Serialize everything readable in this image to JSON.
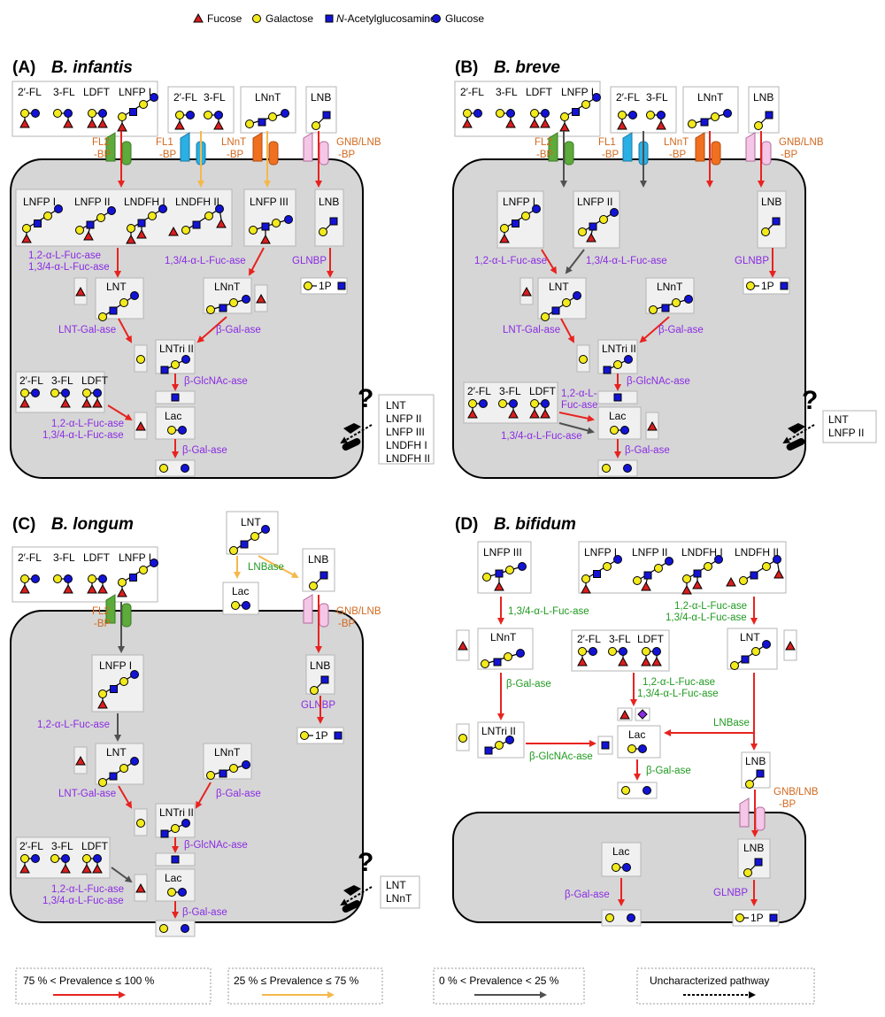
{
  "legend_top": {
    "fucose": "Fucose",
    "galactose": "Galactose",
    "glcnac_prefix": "N",
    "glcnac_suffix": "-Acetylglucosamine",
    "glucose": "Glucose"
  },
  "legend_bottom": {
    "red": "75 % < Prevalence ≤ 100 %",
    "yellow": "25 % ≤ Prevalence ≤ 75 %",
    "gray": "0 % < Prevalence < 25 %",
    "dotted": "Uncharacterized pathway"
  },
  "colors": {
    "red_arrow": "#e8231f",
    "yellow_arrow": "#f5b84c",
    "gray_arrow": "#505050",
    "enzyme_purple": "#8a2be2",
    "enzyme_green": "#1f9a1f",
    "transporter_orange": "#d2691e",
    "cell_fill": "#d6d6d6"
  },
  "panels": {
    "A": {
      "tag": "(A)",
      "species": "B. infantis",
      "ext": [
        "2′-FL",
        "3-FL",
        "LDFT",
        "LNFP I",
        "2′-FL",
        "3-FL",
        "LNnT",
        "LNB"
      ],
      "bp": [
        "FL2",
        "-BP",
        "FL1",
        "-BP",
        "LNnT",
        "-BP",
        "GNB/LNB",
        "-BP"
      ],
      "int": [
        "LNFP I",
        "LNFP II",
        "LNDFH I",
        "LNDFH II",
        "LNFP III",
        "LNB",
        "LNT",
        "LNnT",
        "LNTri II",
        "Lac",
        "2′-FL",
        "3-FL",
        "LDFT"
      ],
      "enz": [
        "1,2-α-L-Fuc-ase",
        "1,3/4-α-L-Fuc-ase",
        "1,3/4-α-L-Fuc-ase",
        "GLNBP",
        "LNT-Gal-ase",
        "β-Gal-ase",
        "β-GlcNAc-ase",
        "1,2-α-L-Fuc-ase",
        "1,3/4-α-L-Fuc-ase",
        "β-Gal-ase"
      ],
      "onep": "1P",
      "unknown": [
        "LNT",
        "LNFP II",
        "LNFP III",
        "LNDFH I",
        "LNDFH II"
      ]
    },
    "B": {
      "tag": "(B)",
      "species": "B. breve",
      "ext": [
        "2′-FL",
        "3-FL",
        "LDFT",
        "LNFP I",
        "2′-FL",
        "3-FL",
        "LNnT",
        "LNB"
      ],
      "bp": [
        "FL2",
        "-BP",
        "FL1",
        "-BP",
        "LNnT",
        "-BP",
        "GNB/LNB",
        "-BP"
      ],
      "int": [
        "LNFP I",
        "LNFP II",
        "LNB",
        "LNT",
        "LNnT",
        "LNTri II",
        "2′-FL",
        "3-FL",
        "LDFT",
        "Lac"
      ],
      "enz": [
        "1,2-α-L-Fuc-ase",
        "1,3/4-α-L-Fuc-ase",
        "GLNBP",
        "LNT-Gal-ase",
        "β-Gal-ase",
        "β-GlcNAc-ase",
        "1,2-α-L-",
        "Fuc-ase",
        "1,3/4-α-L-Fuc-ase",
        "β-Gal-ase"
      ],
      "onep": "1P",
      "unknown": [
        "LNT",
        "LNFP II"
      ]
    },
    "C": {
      "tag": "(C)",
      "species": "B. longum",
      "ext": [
        "2′-FL",
        "3-FL",
        "LDFT",
        "LNFP I",
        "LNT",
        "LNB",
        "Lac"
      ],
      "lnbase": "LNBase",
      "bp": [
        "FL2",
        "-BP",
        "GNB/LNB",
        "-BP"
      ],
      "int": [
        "LNFP I",
        "LNB",
        "LNT",
        "LNnT",
        "LNTri II",
        "2′-FL",
        "3-FL",
        "LDFT",
        "Lac"
      ],
      "enz": [
        "1,2-α-L-Fuc-ase",
        "GLNBP",
        "LNT-Gal-ase",
        "β-Gal-ase",
        "β-GlcNAc-ase",
        "1,2-α-L-Fuc-ase",
        "1,3/4-α-L-Fuc-ase",
        "β-Gal-ase"
      ],
      "onep": "1P",
      "unknown": [
        "LNT",
        "LNnT"
      ]
    },
    "D": {
      "tag": "(D)",
      "species": "B. bifidum",
      "ext": [
        "LNFP III",
        "LNFP I",
        "LNFP II",
        "LNDFH I",
        "LNDFH II",
        "LNnT",
        "LNT",
        "2′-FL",
        "3-FL",
        "LDFT",
        "LNTri II",
        "Lac",
        "LNB"
      ],
      "enz": [
        "1,3/4-α-L-Fuc-ase",
        "1,2-α-L-Fuc-ase",
        "1,3/4-α-L-Fuc-ase",
        "β-Gal-ase",
        "1,2-α-L-Fuc-ase",
        "1,3/4-α-L-Fuc-ase",
        "LNBase",
        "β-GlcNAc-ase",
        "β-Gal-ase"
      ],
      "bp": [
        "GNB/LNB",
        "-BP"
      ],
      "int": [
        "Lac",
        "LNB"
      ],
      "enz_in": [
        "β-Gal-ase",
        "GLNBP"
      ],
      "onep": "1P"
    }
  }
}
